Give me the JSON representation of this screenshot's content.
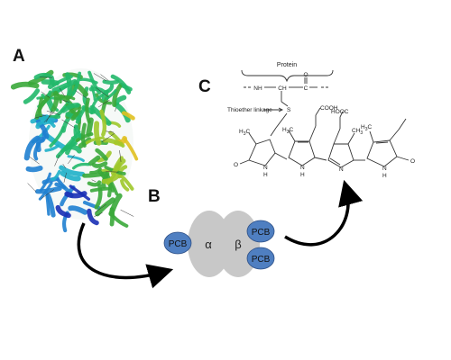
{
  "panels": {
    "a": {
      "letter": "A"
    },
    "b": {
      "letter": "B"
    },
    "c": {
      "letter": "C"
    }
  },
  "complex": {
    "alpha_label": "α",
    "beta_label": "β",
    "chromophore_label": "PCB",
    "chromophore_color": "#4f7fc1",
    "subunit_color": "#c8c8c8"
  },
  "structure": {
    "protein_label": "Protein",
    "backbone": {
      "nh": "NH",
      "ch": "CH",
      "c": "C",
      "o": "O"
    },
    "linkage_label": "Thioether linkage",
    "sulfur": "S",
    "acid_right": "COOH",
    "acid_left": "HOOC",
    "methyl": "CH",
    "methyl_sub": "3",
    "h3c": "H",
    "h3c_sub": "3",
    "h3c_c": "C",
    "oxygen": "O",
    "n": "N",
    "h": "H"
  },
  "ribbon_colors": [
    "#1a2fb5",
    "#1f7fd0",
    "#1fb0c8",
    "#22b86a",
    "#3aa83a",
    "#9fc82a",
    "#e0c020",
    "#e88a20",
    "#d23a1a"
  ]
}
